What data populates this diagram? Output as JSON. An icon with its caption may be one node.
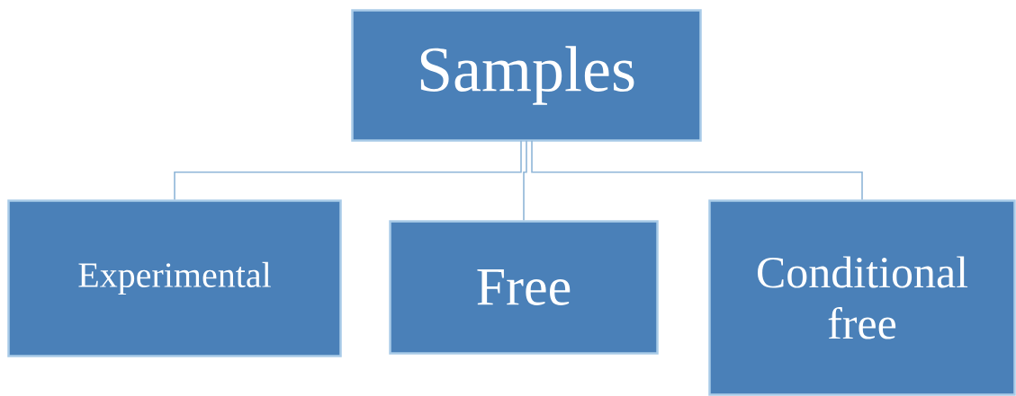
{
  "diagram": {
    "nodes": [
      {
        "text": [
          "Samples"
        ]
      },
      {
        "text": [
          "Experimental"
        ]
      },
      {
        "text": [
          "Free"
        ]
      },
      {
        "text": [
          "Conditional free"
        ]
      }
    ],
    "edges": [
      {
        "from": 0,
        "to": 1,
        "arrow": "none"
      },
      {
        "from": 0,
        "to": 2,
        "arrow": "none"
      },
      {
        "from": 0,
        "to": 3,
        "arrow": "none"
      }
    ]
  }
}
